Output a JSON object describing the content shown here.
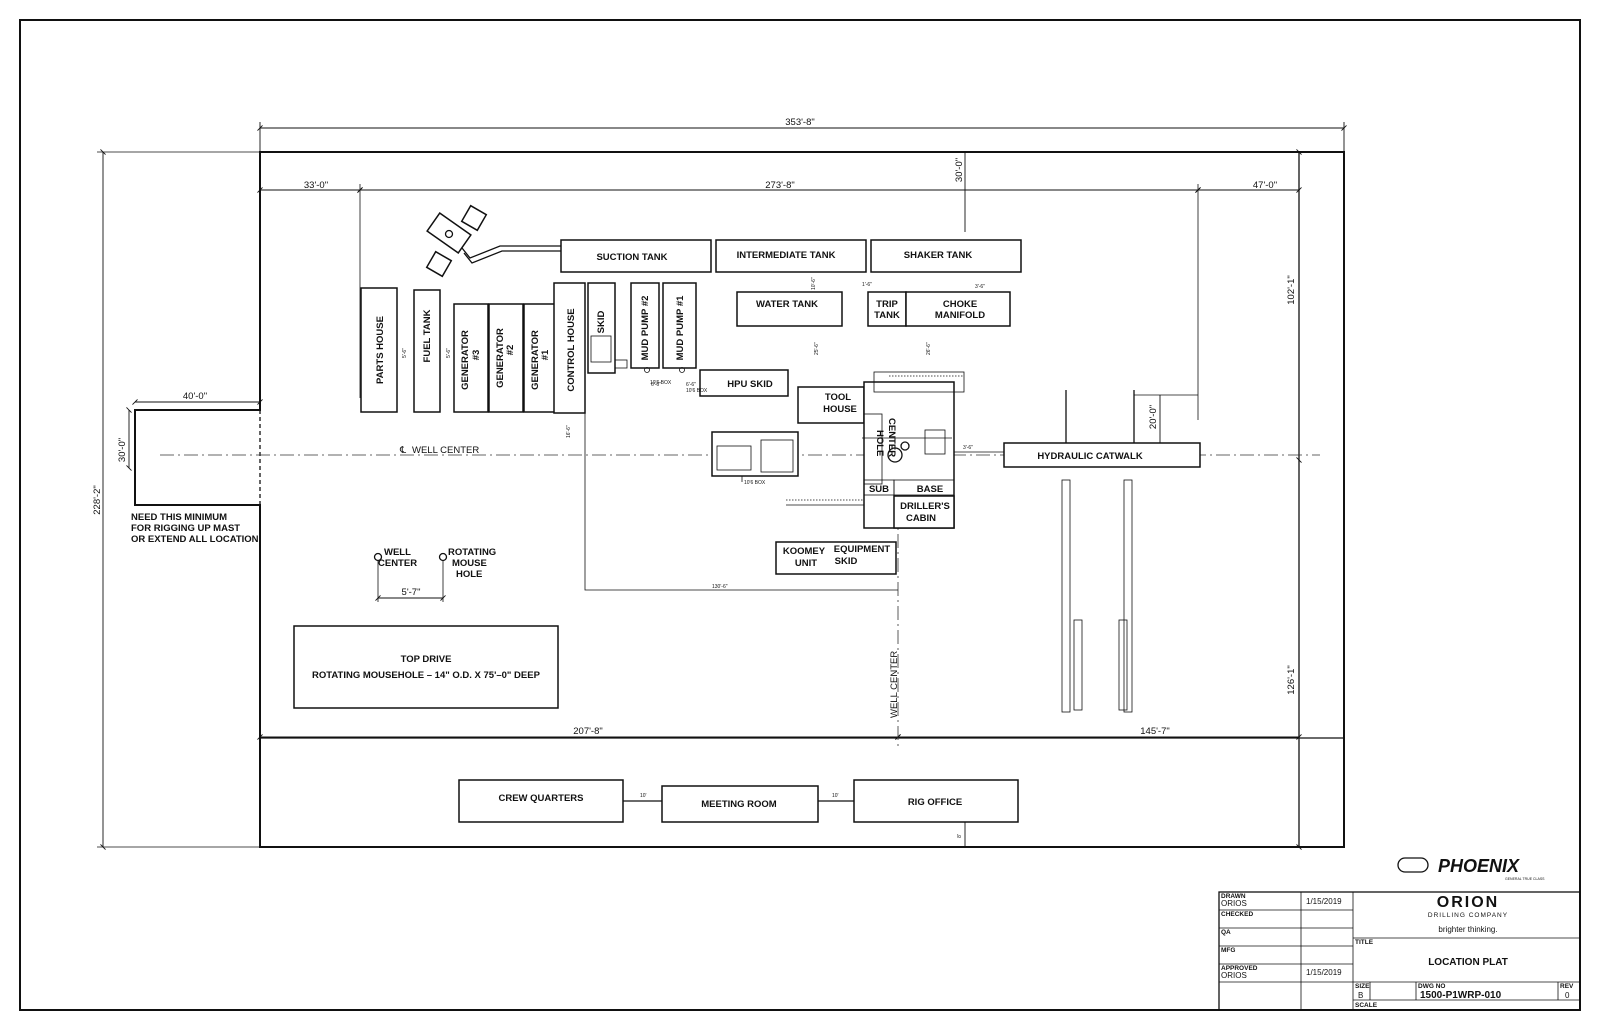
{
  "dimensions": {
    "overall_width": "353'-8\"",
    "left_offset": "33'-0\"",
    "middle_span": "273'-8\"",
    "right_offset": "47'-0\"",
    "top_offset": "30'-0\"",
    "overall_height": "228'-2\"",
    "upper_right": "102'-1\"",
    "lower_right": "126'-1\"",
    "notch_width": "40'-0\"",
    "notch_height": "30'-0\"",
    "catwalk_gap": "20'-0\"",
    "mousehole_spacing": "5'-7\"",
    "bottom_left": "207'-8\"",
    "bottom_right": "145'-7\"",
    "bottom_gap": "8'"
  },
  "equipment": {
    "suction_tank": "SUCTION TANK",
    "intermediate_tank": "INTERMEDIATE TANK",
    "shaker_tank": "SHAKER TANK",
    "water_tank": "WATER TANK",
    "trip_tank": [
      "TRIP",
      "TANK"
    ],
    "choke_manifold": [
      "CHOKE",
      "MANIFOLD"
    ],
    "parts_house": "PARTS HOUSE",
    "fuel_tank": "FUEL TANK",
    "generator_3": [
      "GENERATOR",
      "#3"
    ],
    "generator_2": [
      "GENERATOR",
      "#2"
    ],
    "generator_1": [
      "GENERATOR",
      "#1"
    ],
    "control_house": "CONTROL HOUSE",
    "vfd_skid": "SKID",
    "mud_pump_2": "MUD PUMP #2",
    "mud_pump_1": "MUD PUMP #1",
    "hpu_skid": "HPU SKID",
    "tool_house": [
      "TOOL",
      "HOUSE"
    ],
    "center_label": "CENTER",
    "hole_label": "HOLE",
    "sub": "SUB",
    "base": "BASE",
    "drillers_cabin": [
      "DRILLER'S",
      "CABIN"
    ],
    "koomey_unit": [
      "KOOMEY",
      "UNIT"
    ],
    "equipment_skid": [
      "EQUIPMENT",
      "SKID"
    ],
    "hydraulic_catwalk": "HYDRAULIC CATWALK",
    "crew_quarters": "CREW QUARTERS",
    "meeting_room": "MEETING ROOM",
    "rig_office": "RIG OFFICE"
  },
  "small_labels": {
    "cable_1": "5'-6\"",
    "cable_2": "5'-6\"",
    "cable_3": "16'-6\"",
    "cable_4": "6'-6\"",
    "cable_5": "6'-6\"",
    "cable_6": "10'-6\"",
    "cable_7": "25'-6\"",
    "cable_8": "26'-6\"",
    "cable_9": "1'-6\"",
    "cable_10": "130'-6\"",
    "cable_11": "3'-6\"",
    "gap_1": "10'",
    "gap_2": "10'",
    "box_1": "10'6 BOX",
    "box_2": "10'6 BOX",
    "box_3": "10'6 BOX"
  },
  "notes": {
    "well_center": "WELL CENTER",
    "cl_symbol": "℄",
    "rigging_note": [
      "NEED THIS MINIMUM",
      "FOR RIGGING UP MAST",
      "OR EXTEND ALL LOCATION"
    ],
    "well_center_marker": [
      "WELL",
      "CENTER"
    ],
    "rotating_mouse_hole": [
      "ROTATING",
      "MOUSE",
      "HOLE"
    ],
    "top_drive_title": "TOP DRIVE",
    "top_drive_desc": "ROTATING MOUSEHOLE – 14\" O.D. X 75'–0\" DEEP"
  },
  "logo": {
    "brand": "PHOENIX",
    "tagline": "GENERAL TRUE CLASS",
    "company": "ORION",
    "company_sub": "DRILLING COMPANY",
    "slogan": "brighter thinking."
  },
  "title_block": {
    "drawn_label": "DRAWN",
    "drawn_by": "ORIOS",
    "drawn_date": "1/15/2019",
    "checked_label": "CHECKED",
    "qa_label": "QA",
    "mfg_label": "MFG",
    "approved_label": "APPROVED",
    "approved_by": "ORIOS",
    "approved_date": "1/15/2019",
    "title_label": "TITLE",
    "title": "LOCATION PLAT",
    "size_label": "SIZE",
    "size": "B",
    "dwg_label": "DWG NO",
    "dwg_no": "1500-P1WRP-010",
    "rev_label": "REV",
    "rev": "0",
    "scale_label": "SCALE"
  }
}
